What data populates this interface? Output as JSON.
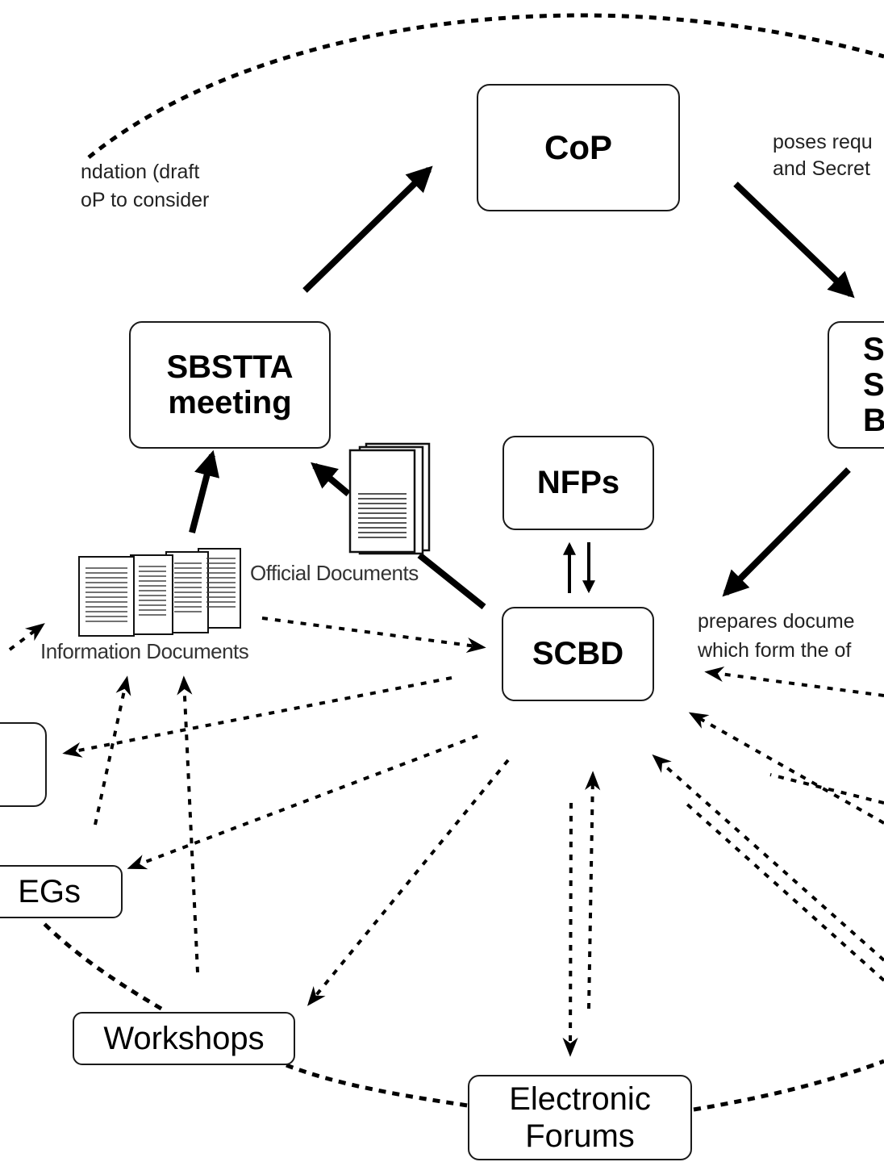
{
  "nodes": {
    "cop": "CoP",
    "sbstta": "SBSTTA\nmeeting",
    "nfps": "NFPs",
    "scbd": "SCBD",
    "sbstta_bureau_partial": "S\nS\nB",
    "ahteg_partial": "EGs",
    "workshops": "Workshops",
    "forums": "Electronic\nForums"
  },
  "labels": {
    "recommendation_partial": "ndation (draft\noP to consider",
    "poses_request_partial": "poses requ\nand Secret",
    "prepares_documents_partial": "prepares docume\nwhich form the of",
    "official_documents": "Official Documents",
    "information_documents": "Information Documents"
  },
  "icons": {
    "official_doc_stack": "document-stack-icon",
    "information_doc_stack": "document-stack-icon",
    "exchange_arrows": "up-down-arrows-icon"
  }
}
